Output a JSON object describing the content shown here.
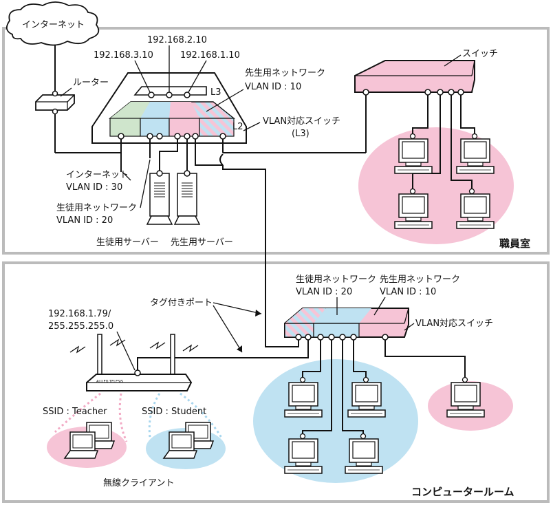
{
  "cloud": {
    "label": "インターネット"
  },
  "rooms": {
    "staff": "職員室",
    "computer": "コンピュータールーム"
  },
  "router": {
    "label": "ルーター"
  },
  "l3switch": {
    "ip_left": "192.168.3.10",
    "ip_mid": "192.168.2.10",
    "ip_right": "192.168.1.10",
    "l3": "L3",
    "l2": "L2",
    "label_line1": "VLAN対応スイッチ",
    "label_line2": "(L3)"
  },
  "vlans": {
    "teacher_line1": "先生用ネットワーク",
    "teacher_line2": "VLAN ID : 10",
    "internet_line1": "インターネット",
    "internet_line2": "VLAN ID : 30",
    "student_line1": "生徒用ネットワーク",
    "student_line2": "VLAN ID : 20"
  },
  "servers": {
    "student": "生徒用サーバー",
    "teacher": "先生用サーバー"
  },
  "staff_switch": {
    "label": "スイッチ"
  },
  "tagged_port": "タグ付きポート",
  "ap": {
    "ip_line1": "192.168.1.79/",
    "ip_line2": "255.255.255.0",
    "brand": "ALLIED TELESIS"
  },
  "ssids": {
    "teacher": "SSID : Teacher",
    "student": "SSID : Student"
  },
  "wireless_clients": "無線クライアント",
  "room_switch": {
    "student_line1": "生徒用ネットワーク",
    "student_line2": "VLAN ID : 20",
    "teacher_line1": "先生用ネットワーク",
    "teacher_line2": "VLAN ID : 10",
    "label": "VLAN対応スイッチ"
  },
  "colors": {
    "green": "#cfe5cc",
    "blue": "#bfe2f2",
    "pink": "#f6c4d6",
    "frame": "#bbbbbb"
  }
}
